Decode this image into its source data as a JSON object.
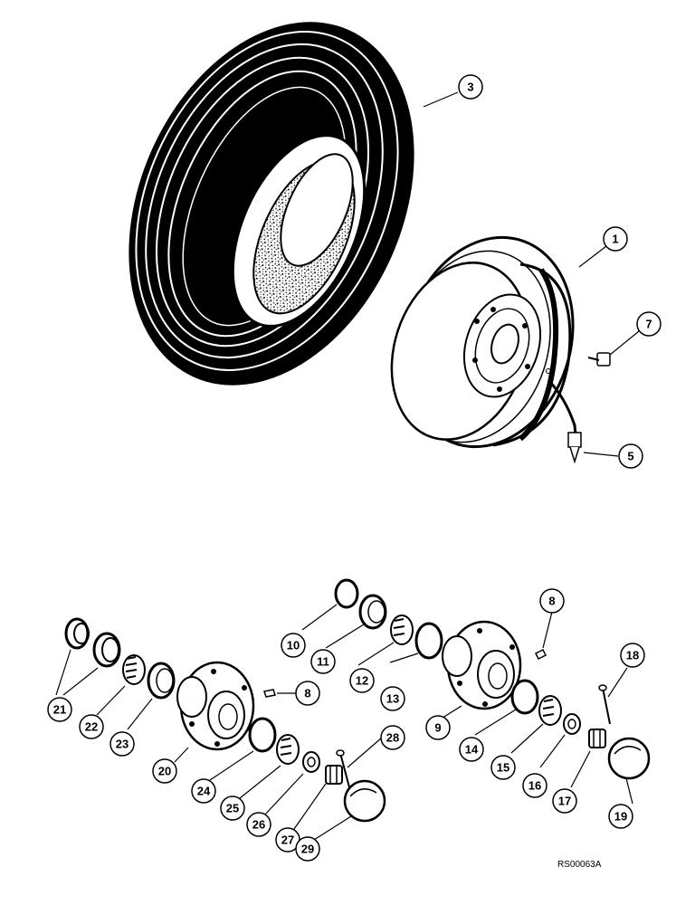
{
  "figure_ref": "RS00063A",
  "callouts": {
    "c1": "1",
    "c3": "3",
    "c5": "5",
    "c7": "7",
    "c8a": "8",
    "c8b": "8",
    "c9": "9",
    "c10": "10",
    "c11": "11",
    "c12": "12",
    "c13": "13",
    "c14": "14",
    "c15": "15",
    "c16": "16",
    "c17": "17",
    "c18": "18",
    "c19": "19",
    "c20": "20",
    "c21": "21",
    "c22": "22",
    "c23": "23",
    "c24": "24",
    "c25": "25",
    "c26": "26",
    "c27": "27",
    "c28": "28",
    "c29": "29"
  }
}
